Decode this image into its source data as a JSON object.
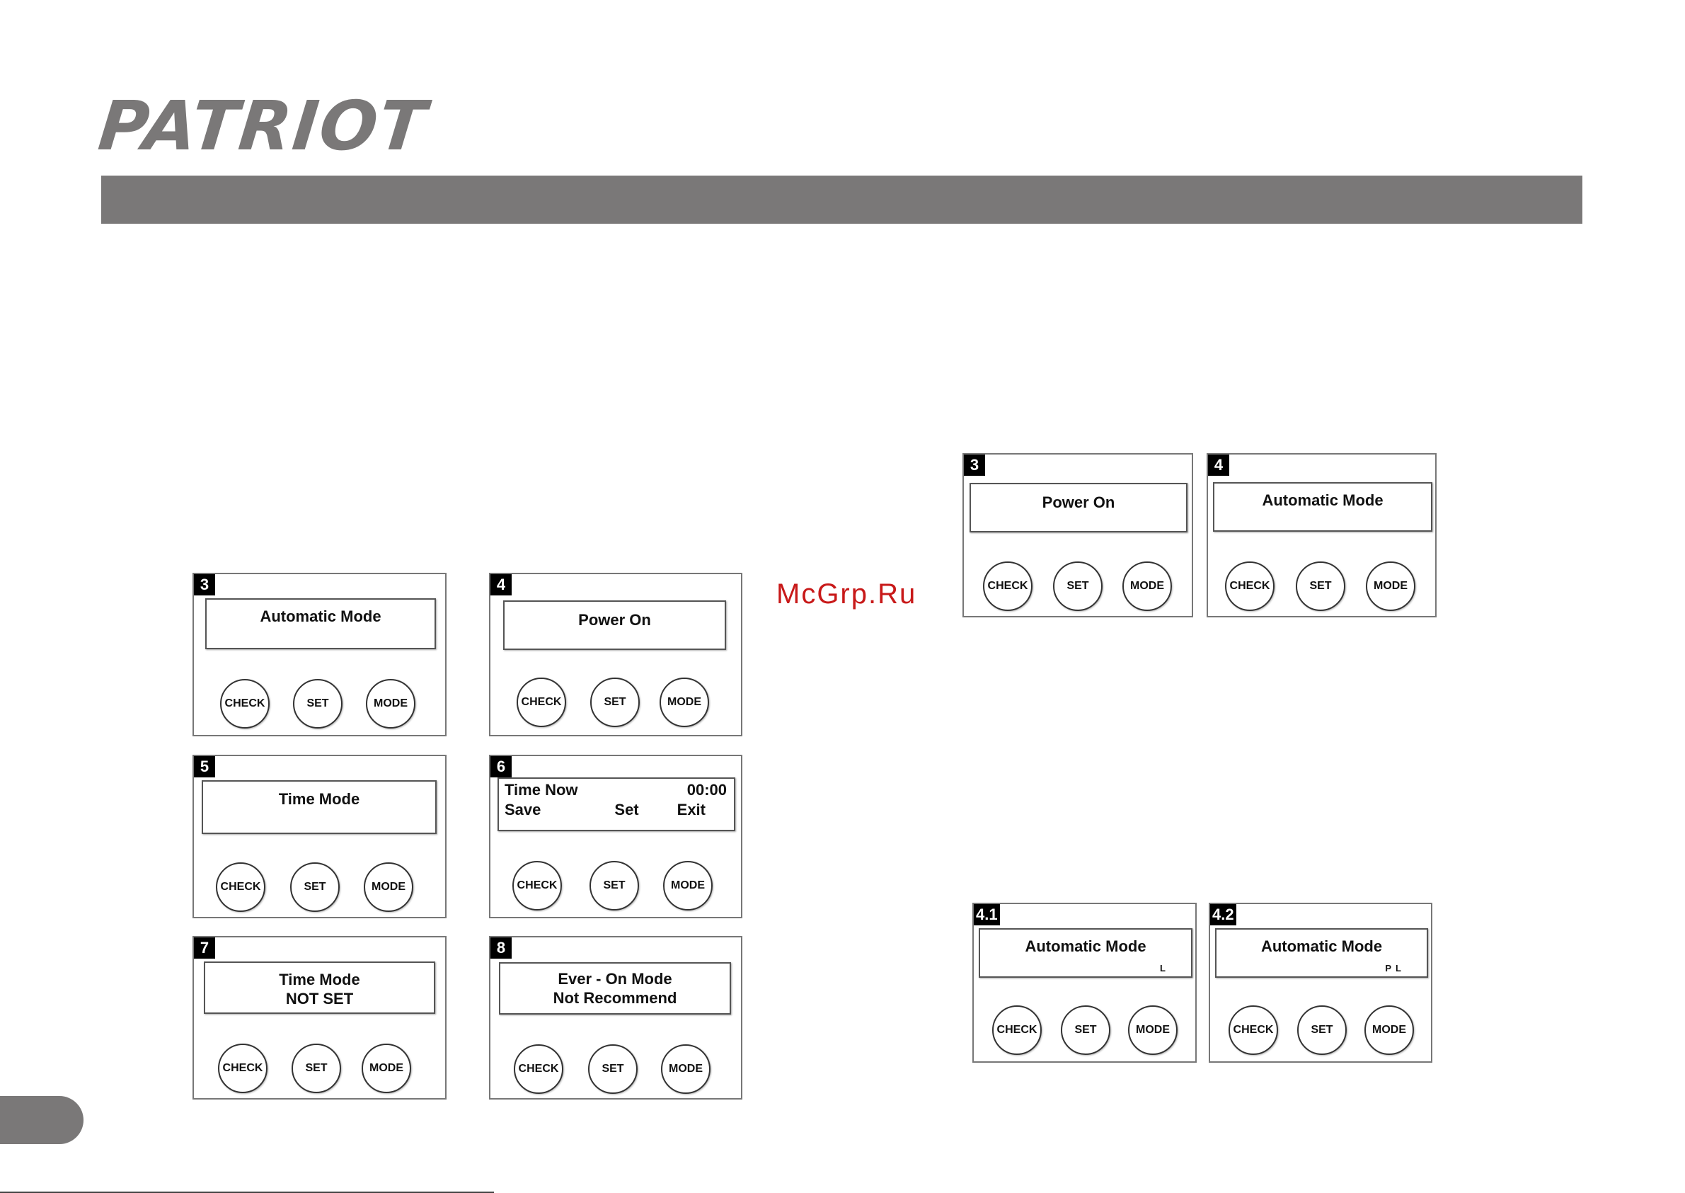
{
  "brand": {
    "logo_text": "PATRIOT"
  },
  "watermark": "McGrp.Ru",
  "button_labels": {
    "check": "CHECK",
    "set": "SET",
    "mode": "MODE"
  },
  "panels": {
    "p3": {
      "num": "3",
      "line1": "Automatic Mode"
    },
    "p4": {
      "num": "4",
      "line1": "Power On"
    },
    "p5": {
      "num": "5",
      "line1": "Time Mode"
    },
    "p6": {
      "num": "6",
      "time_now": "Time Now",
      "time_value": "00:00",
      "save": "Save",
      "set": "Set",
      "exit": "Exit"
    },
    "p7": {
      "num": "7",
      "line1": "Time Mode",
      "line2": "NOT SET"
    },
    "p8": {
      "num": "8",
      "line1": "Ever - On Mode",
      "line2": "Not Recommend"
    },
    "r3": {
      "num": "3",
      "line1": "Power On"
    },
    "r4": {
      "num": "4",
      "line1": "Automatic Mode"
    },
    "r41": {
      "num": "4.1",
      "line1": "Automatic Mode",
      "indicator": "L"
    },
    "r42": {
      "num": "4.2",
      "line1": "Automatic Mode",
      "indicator": "PL"
    }
  }
}
